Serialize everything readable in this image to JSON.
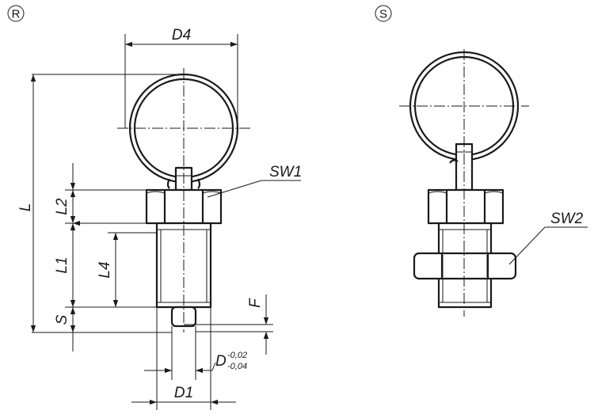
{
  "views": {
    "left": {
      "marker": "R"
    },
    "right": {
      "marker": "S"
    }
  },
  "dimensions": {
    "d4": "D4",
    "l": "L",
    "l1": "L1",
    "l2": "L2",
    "l4": "L4",
    "s": "S",
    "f": "F",
    "d": "D",
    "d_tol_upper": "-0,02",
    "d_tol_lower": "-0,04",
    "d1": "D1",
    "sw1": "SW1",
    "sw2": "SW2"
  }
}
